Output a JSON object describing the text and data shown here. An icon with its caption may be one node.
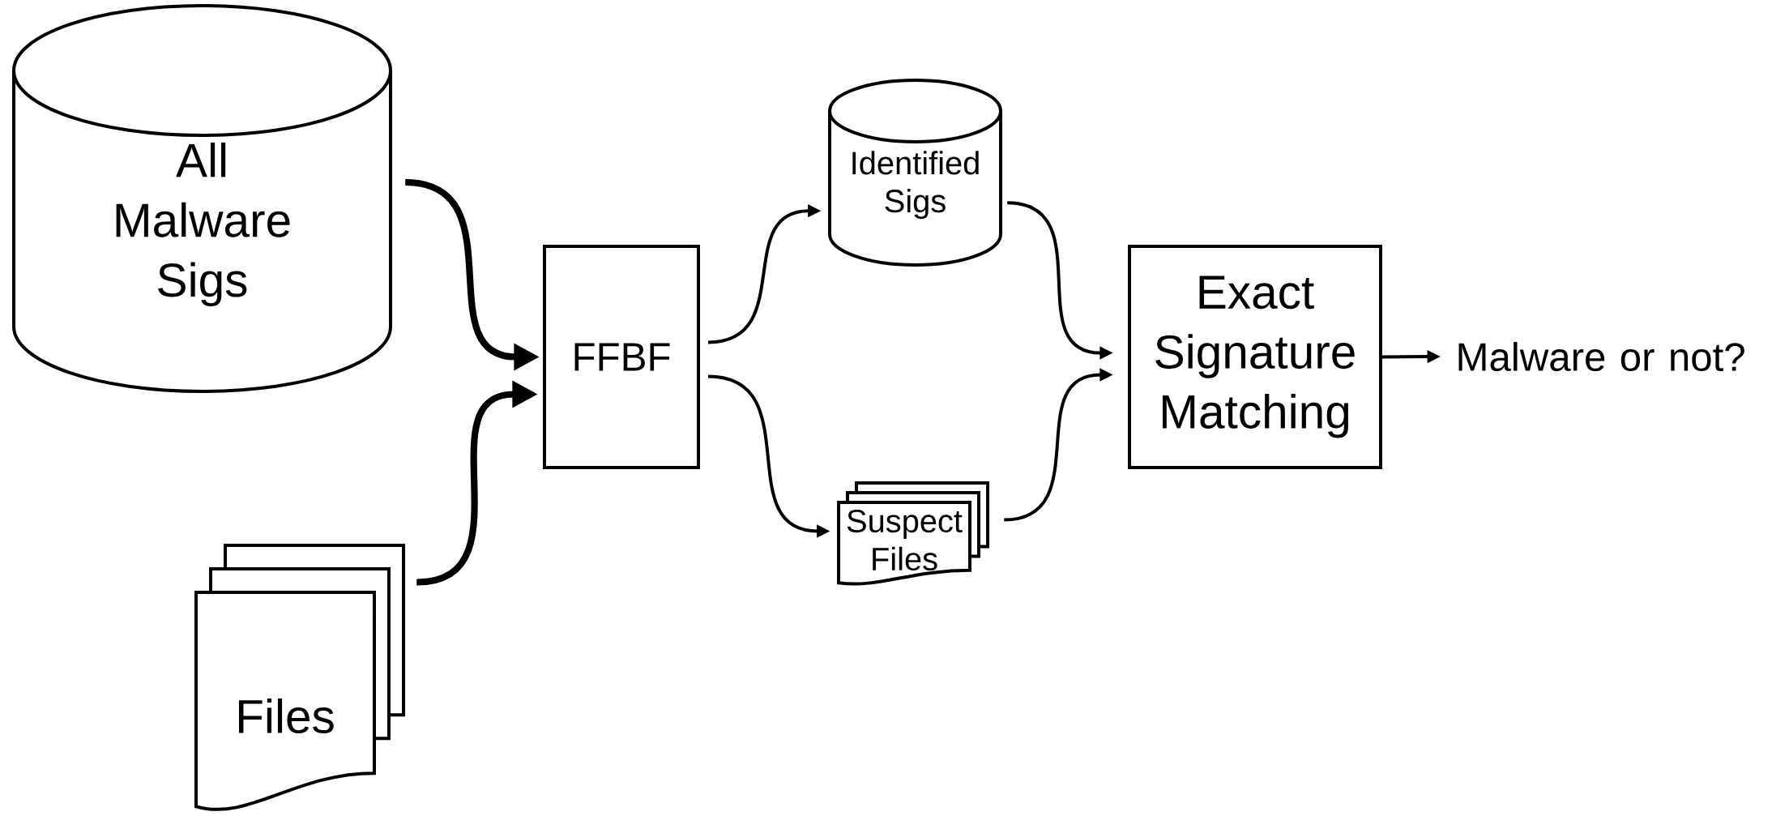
{
  "diagram": {
    "nodes": [
      {
        "text": [
          "All Malware Sigs"
        ]
      },
      {
        "text": [
          "Files"
        ]
      },
      {
        "text": [
          "FFBF"
        ]
      },
      {
        "text": [
          "Identified Sigs"
        ]
      },
      {
        "text": [
          "Suspect Files"
        ]
      },
      {
        "text": [
          "Exact Signature Matching"
        ]
      },
      {
        "text": [
          "Malware or not?"
        ]
      }
    ],
    "edges": [
      {
        "from": 0,
        "to": 2,
        "arrow": "to",
        "style": "thick"
      },
      {
        "from": 1,
        "to": 2,
        "arrow": "to",
        "style": "thick"
      },
      {
        "from": 2,
        "to": 3,
        "arrow": "to"
      },
      {
        "from": 2,
        "to": 4,
        "arrow": "to"
      },
      {
        "from": 3,
        "to": 5,
        "arrow": "to"
      },
      {
        "from": 4,
        "to": 5,
        "arrow": "to"
      },
      {
        "from": 5,
        "to": 6,
        "arrow": "to"
      }
    ]
  }
}
